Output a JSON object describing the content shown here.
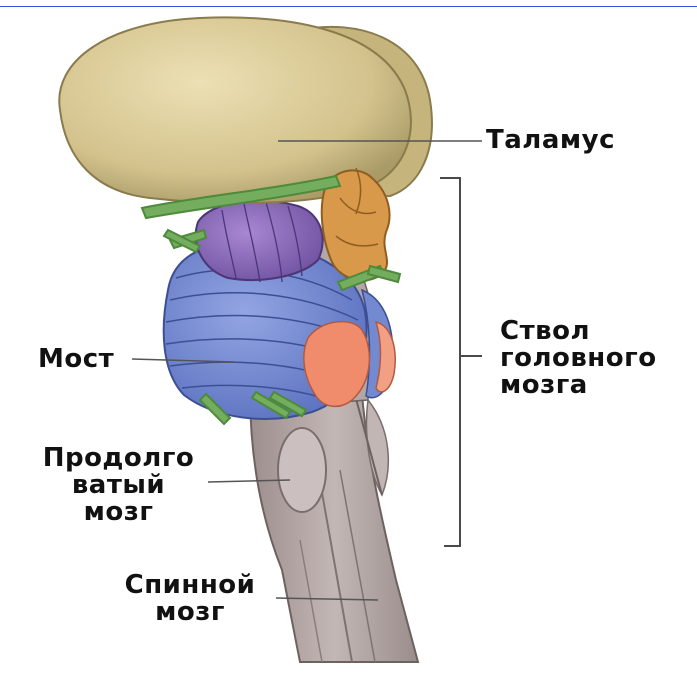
{
  "labels": {
    "thalamus": "Таламус",
    "brainstem": [
      "Ствол",
      "головного",
      "мозга"
    ],
    "pons": "Мост",
    "medulla": [
      "Продолго",
      "ватый",
      "мозг"
    ],
    "spinal_cord": [
      "Спинной",
      "мозг"
    ]
  },
  "colors": {
    "cerebrum": "#d7c896",
    "cranial_nerves": "#6fa95a",
    "thalamus_nuclei": "#d69a4a",
    "midbrain": "#8a69b8",
    "pons_cerebellum": "#6f86cf",
    "cerebellar_peduncle": "#ef8d6f",
    "medulla_spinal": "#b7aaa9",
    "top_rule": "#3b4fd6"
  }
}
